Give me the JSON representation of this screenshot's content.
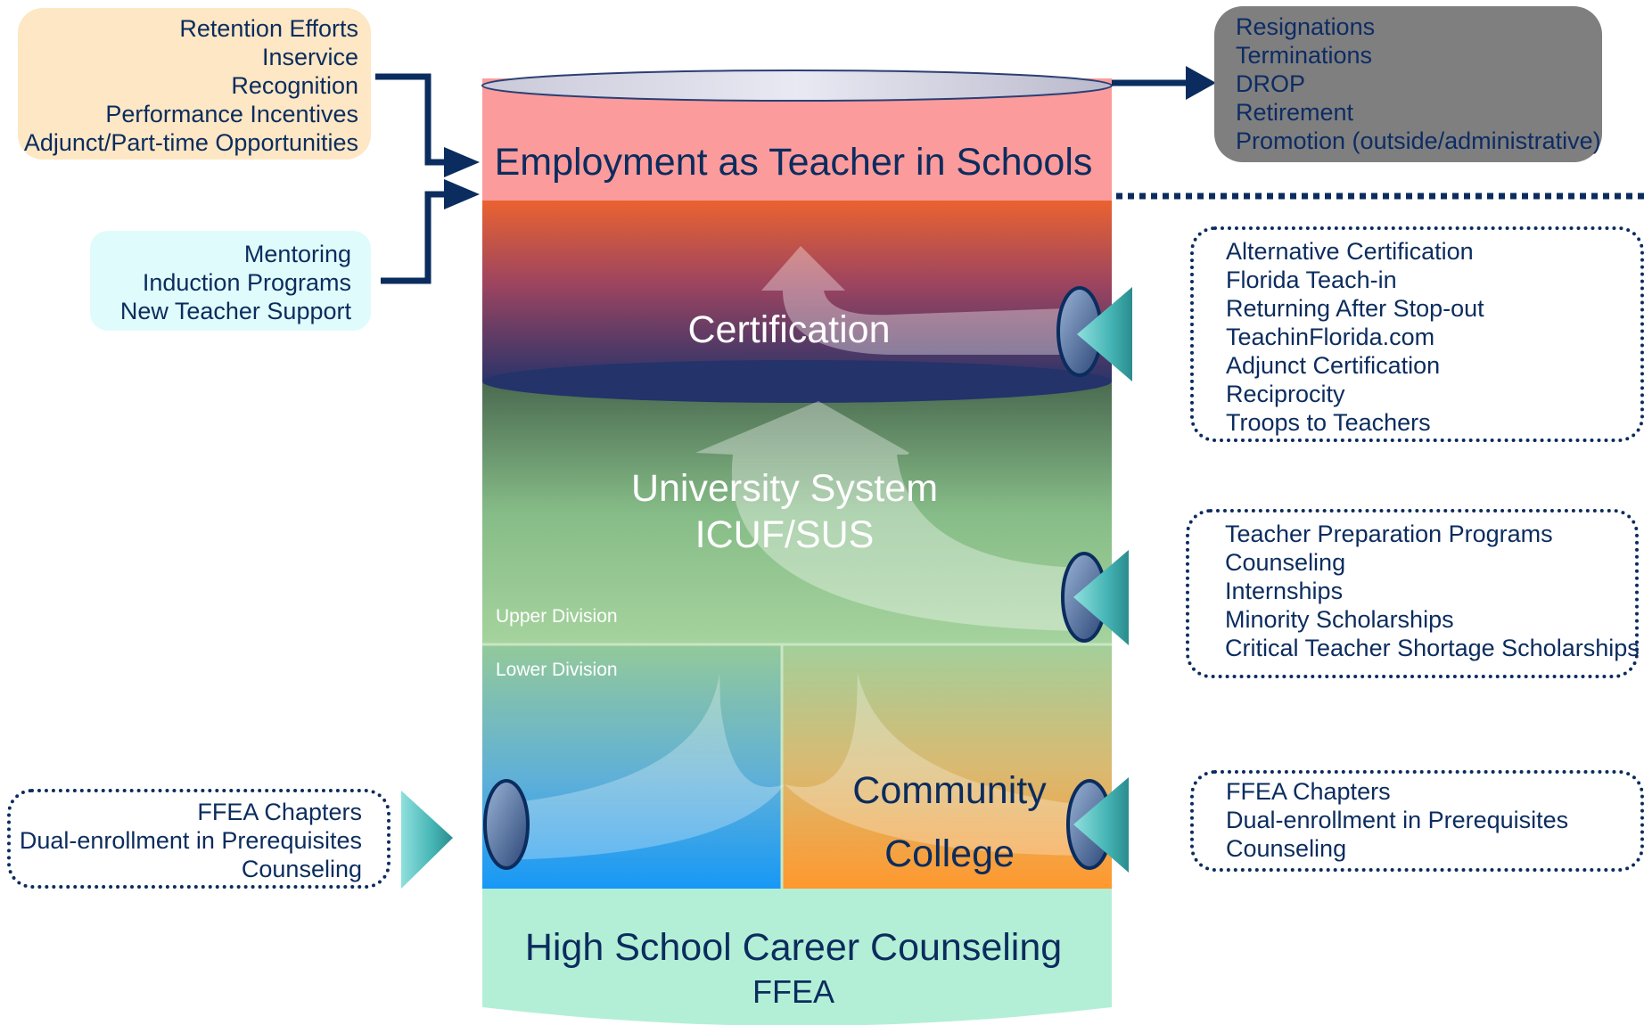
{
  "colors": {
    "navy": "#0b2c5e",
    "employment_band": "#fc9b9b",
    "exits_box": "#7f7f7f",
    "retention_box": "#fde7c4",
    "mentor_box": "#e0fbfb",
    "high_school_band": "#b3efd6",
    "connector_teal": "#4bb8b8"
  },
  "retention_box": {
    "lines": [
      "Retention Efforts",
      "Inservice",
      "Recognition",
      "Performance Incentives",
      "Adjunct/Part-time Opportunities"
    ]
  },
  "mentor_box": {
    "lines": [
      "Mentoring",
      "Induction Programs",
      "New Teacher Support"
    ]
  },
  "exits_box": {
    "lines": [
      "Resignations",
      "Terminations",
      "DROP",
      "Retirement",
      "Promotion (outside/administrative)"
    ]
  },
  "cylinder": {
    "employment": "Employment as Teacher in Schools",
    "certification": "Certification",
    "university": [
      "University System",
      "ICUF/SUS"
    ],
    "upper_division": "Upper Division",
    "lower_division": "Lower Division",
    "community_college": [
      "Community",
      "College"
    ],
    "high_school": [
      "High School Career Counseling",
      "FFEA"
    ]
  },
  "certification_entry": {
    "lines": [
      "Alternative Certification",
      "Florida Teach-in",
      "Returning After Stop-out",
      "TeachinFlorida.com",
      "Adjunct Certification",
      "Reciprocity",
      "Troops to Teachers"
    ]
  },
  "university_entry": {
    "lines": [
      "Teacher Preparation Programs",
      "Counseling",
      "Internships",
      "Minority Scholarships",
      "Critical Teacher Shortage Scholarships"
    ]
  },
  "community_college_entry": {
    "lines": [
      "FFEA Chapters",
      "Dual-enrollment in Prerequisites",
      "Counseling"
    ]
  },
  "high_school_entry": {
    "lines": [
      "FFEA Chapters",
      "Dual-enrollment in Prerequisites",
      "Counseling"
    ]
  },
  "icons": [
    "arrow-icon",
    "pipe-opening-icon",
    "triangle-pointer-icon"
  ]
}
